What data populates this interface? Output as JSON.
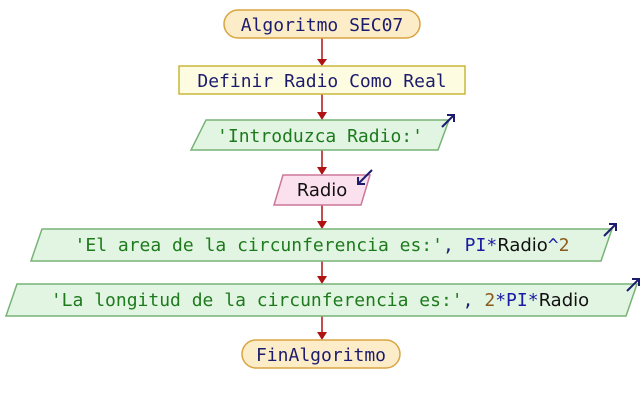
{
  "diagram": {
    "start": {
      "label": "Algoritmo SEC07"
    },
    "define": {
      "label": "Definir Radio Como Real"
    },
    "output1": {
      "text": "'Introduzca Radio:'"
    },
    "input": {
      "text": "Radio"
    },
    "output2": {
      "string": "'El area de la circunferencia es:'",
      "sep": ", ",
      "pi": "PI",
      "times": "*",
      "var": "Radio",
      "pow": "^",
      "exp": "2"
    },
    "output3": {
      "string": "'La longitud de la circunferencia es:'",
      "sep": ", ",
      "num": "2",
      "times1": "*",
      "pi": "PI",
      "times2": "*",
      "var": "Radio"
    },
    "end": {
      "label": "FinAlgoritmo"
    },
    "output_icon": "output-arrow-icon",
    "input_icon": "input-arrow-icon"
  },
  "colors": {
    "terminal_fill": "#fdecc8",
    "terminal_stroke": "#d9a441",
    "define_fill": "#fefce0",
    "define_stroke": "#c9b73a",
    "io_fill": "#e2f5e2",
    "io_stroke": "#77b377",
    "input_fill": "#fbe1ee",
    "input_stroke": "#cc7799",
    "arrow": "#b01212",
    "icon": "#1c1c6e"
  }
}
